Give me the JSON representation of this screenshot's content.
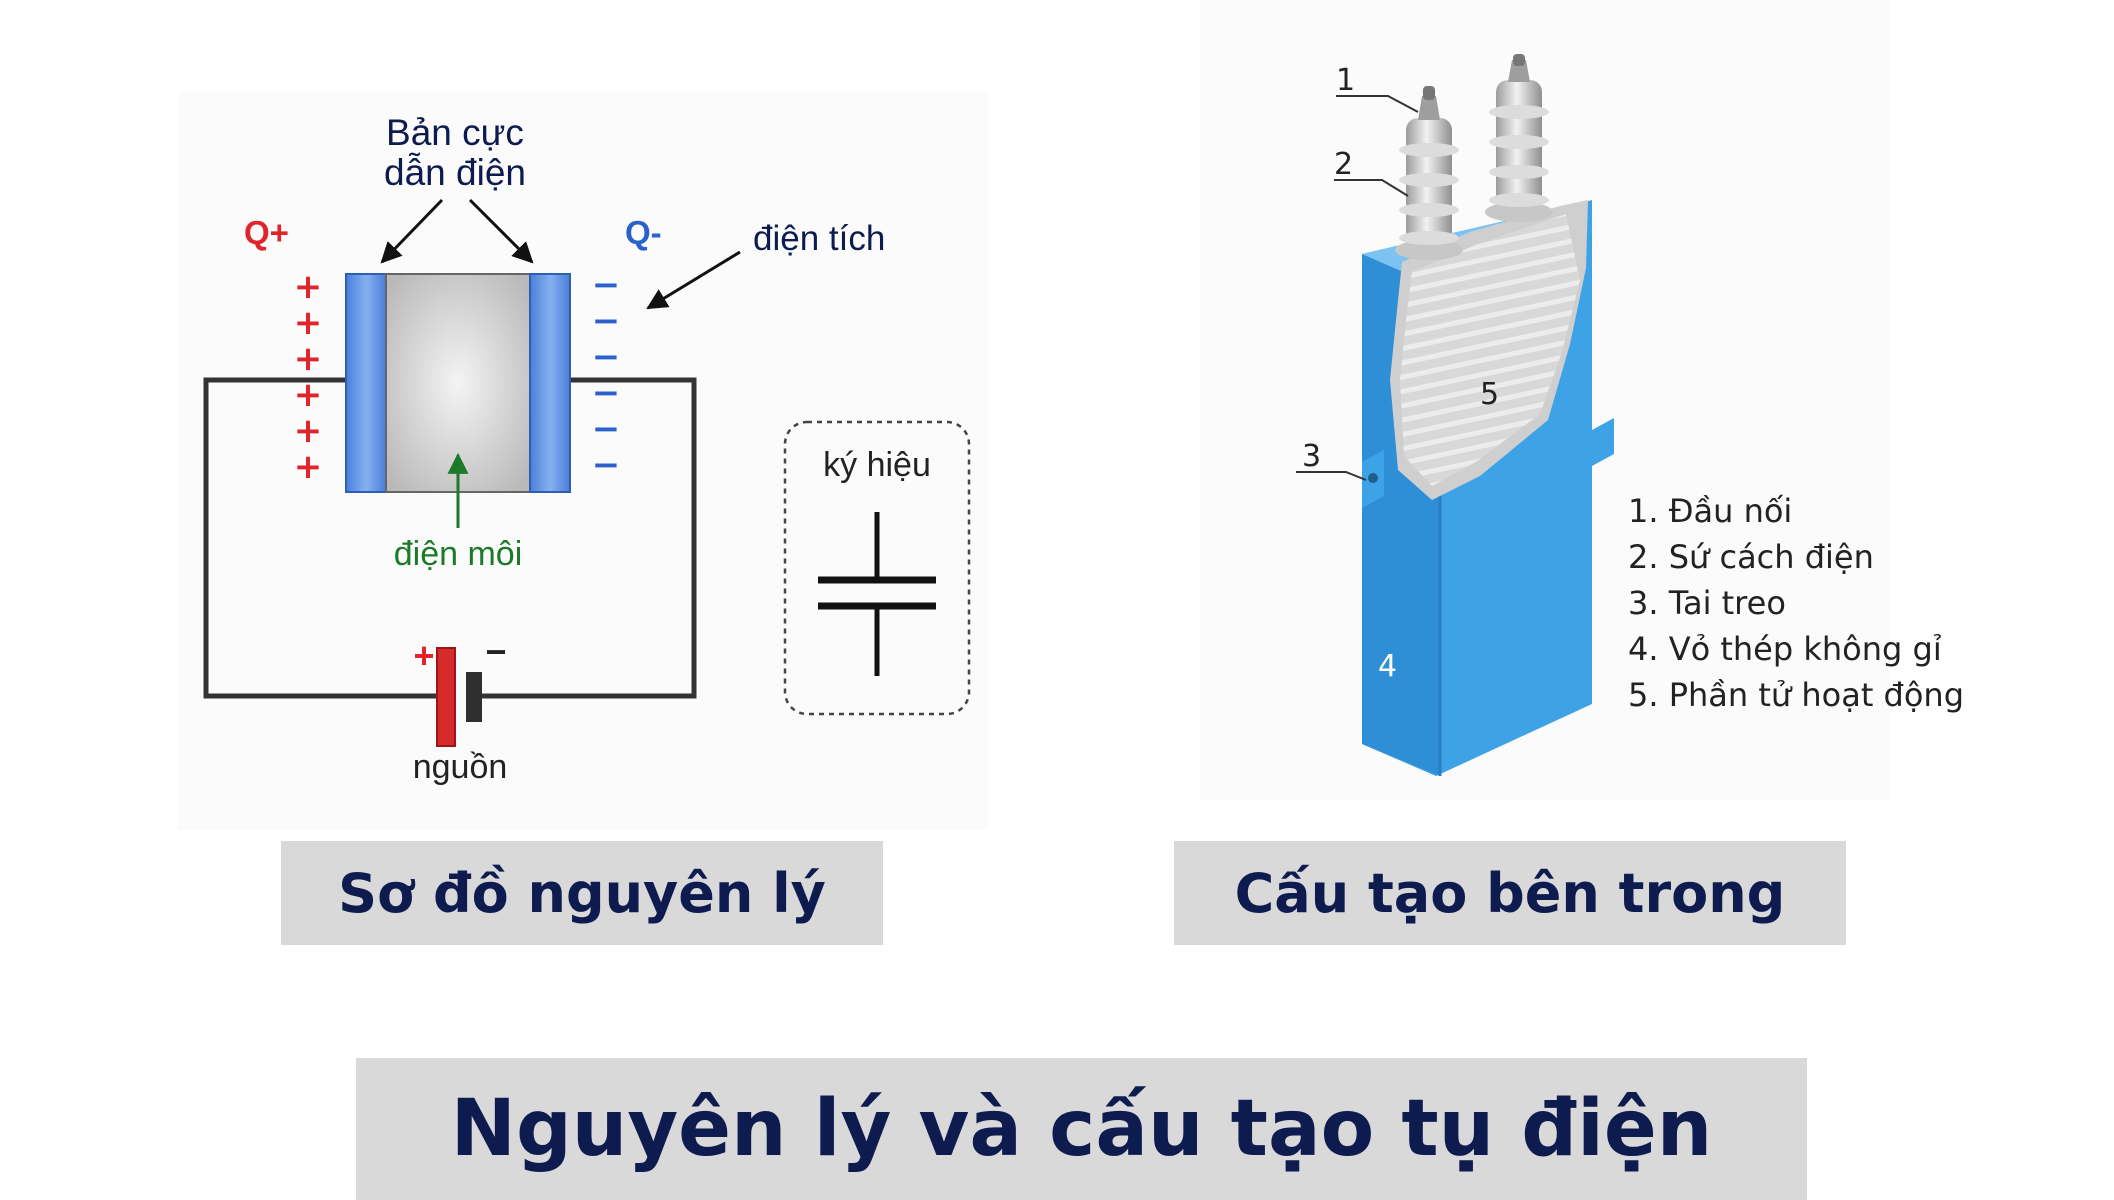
{
  "principle": {
    "plates_label_line1": "Bản cực",
    "plates_label_line2": "dẫn điện",
    "q_plus": "Q+",
    "q_minus": "Q-",
    "charge_label": "điện tích",
    "dielectric_label": "điện môi",
    "source_label": "nguồn",
    "plus_sign": "+",
    "minus_sign": "−",
    "symbol_label": "ký hiệu",
    "plus_charges": [
      "+",
      "+",
      "+",
      "+",
      "+",
      "+"
    ],
    "minus_charges": [
      "−",
      "−",
      "−",
      "−",
      "−",
      "−"
    ]
  },
  "structure": {
    "callout_1": "1",
    "callout_2": "2",
    "callout_3": "3",
    "callout_4": "4",
    "callout_5": "5",
    "legend": [
      "1. Đầu nối",
      "2. Sứ cách điện",
      "3. Tai treo",
      "4. Vỏ thép không gỉ",
      "5. Phần tử hoạt động"
    ]
  },
  "captions": {
    "left": "Sơ đồ nguyên lý",
    "right": "Cấu tạo bên trong",
    "main": "Nguyên lý và cấu tạo tụ điện"
  },
  "colors": {
    "plus_red": "#e0242b",
    "minus_blue": "#2a62c9",
    "plate_blue": "#5b8fe3",
    "dielectric_green": "#1c7a2a",
    "casing_blue": "#3ea3e6",
    "caption_text": "#0d1b4f",
    "caption_bg": "#d9d9da"
  }
}
